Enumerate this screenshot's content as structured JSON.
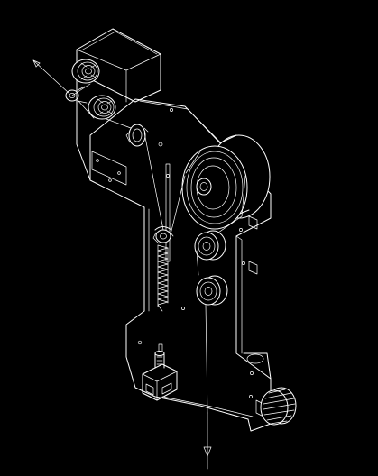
{
  "drawing": {
    "background_color": "#000000",
    "line_color": "#ffffff",
    "components": [
      "top-block",
      "upper-roller-pair",
      "idler-roller",
      "back-plate",
      "large-wheel",
      "guide-rollers",
      "tension-spring",
      "adjust-knob",
      "bottom-thumbscrew",
      "thread-path"
    ]
  }
}
